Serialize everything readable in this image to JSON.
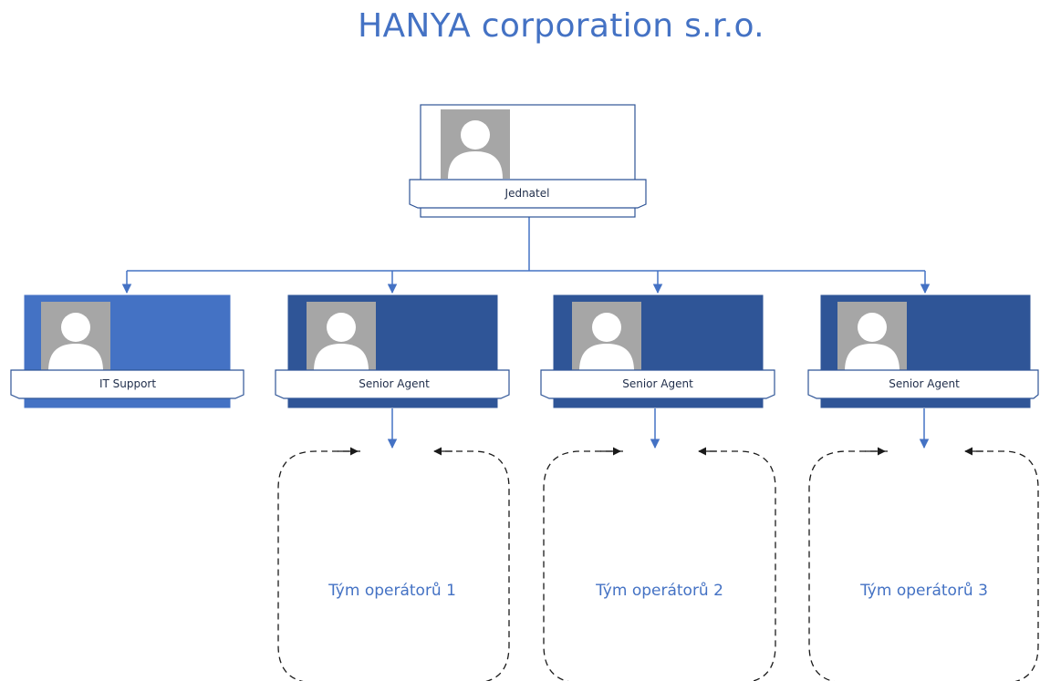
{
  "title": "HANYA corporation s.r.o.",
  "org": {
    "root": {
      "role": "Jednatel"
    },
    "nodes": [
      {
        "role": "IT Support"
      },
      {
        "role": "Senior Agent"
      },
      {
        "role": "Senior Agent"
      },
      {
        "role": "Senior Agent"
      }
    ],
    "teams": [
      {
        "label": "Tým operátorů 1"
      },
      {
        "label": "Tým operátorů 2"
      },
      {
        "label": "Tým operátorů 3"
      }
    ]
  },
  "colors": {
    "accent": "#4472c4",
    "node_fill_it": "#4472c4",
    "node_fill_agent": "#2f5597",
    "photo": "#a6a6a6",
    "dashed": "#1a1a1a"
  }
}
